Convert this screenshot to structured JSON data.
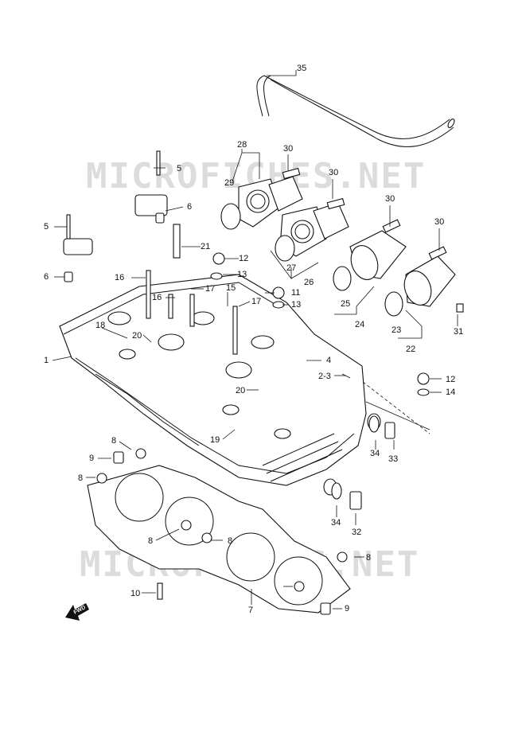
{
  "watermarks": [
    "MICROFICHES.NET",
    "MICROFICHES.NET"
  ],
  "forward_label": "FWD",
  "callouts": [
    "35",
    "28",
    "30",
    "29",
    "5",
    "30",
    "6",
    "30",
    "5",
    "30",
    "21",
    "12",
    "27",
    "26",
    "6",
    "13",
    "16",
    "16",
    "17",
    "15",
    "17",
    "11",
    "13",
    "25",
    "24",
    "31",
    "23",
    "22",
    "18",
    "20",
    "1",
    "4",
    "2-3",
    "12",
    "20",
    "14",
    "19",
    "34",
    "33",
    "8",
    "9",
    "8",
    "8",
    "34",
    "32",
    "8",
    "8",
    "10",
    "7",
    "9"
  ]
}
